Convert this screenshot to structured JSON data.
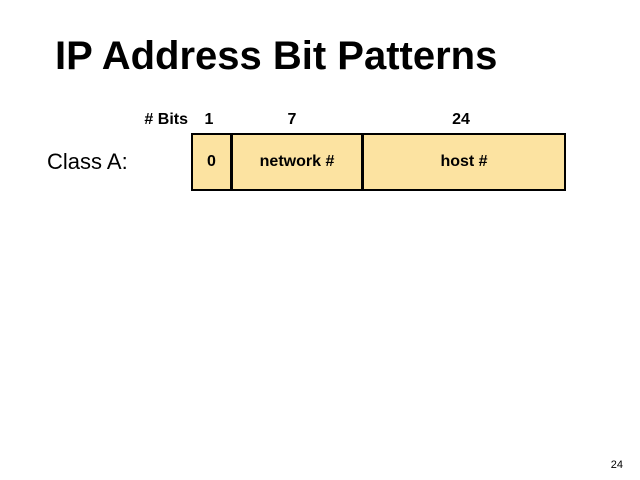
{
  "slide": {
    "title": "IP Address Bit Patterns",
    "page_number": "24"
  },
  "diagram": {
    "bits_header": "# Bits",
    "row_label": "Class A:",
    "fields": [
      {
        "bits": "1",
        "label": "0"
      },
      {
        "bits": "7",
        "label": "network #"
      },
      {
        "bits": "24",
        "label": "host #"
      }
    ],
    "colors": {
      "background": "#FFFFFF",
      "text_color": "#000000",
      "field_fill": "#FCE3A1",
      "field_border": "#000000"
    }
  }
}
